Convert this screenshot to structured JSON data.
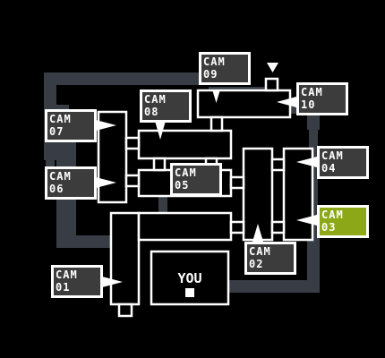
{
  "map": {
    "you_label": "YOU",
    "colors": {
      "background": "#000000",
      "corridor": "#383d45",
      "room_stroke": "#ffffff",
      "button_fill": "#3c3c3c",
      "button_stroke": "#ffffff",
      "button_active_fill": "#8ca818"
    },
    "cameras": [
      {
        "id": "09",
        "line1": "CAM",
        "line2": "09",
        "active": false
      },
      {
        "id": "10",
        "line1": "CAM",
        "line2": "10",
        "active": false
      },
      {
        "id": "08",
        "line1": "CAM",
        "line2": "08",
        "active": false
      },
      {
        "id": "07",
        "line1": "CAM",
        "line2": "07",
        "active": false
      },
      {
        "id": "06",
        "line1": "CAM",
        "line2": "06",
        "active": false
      },
      {
        "id": "05",
        "line1": "CAM",
        "line2": "05",
        "active": false
      },
      {
        "id": "04",
        "line1": "CAM",
        "line2": "04",
        "active": false
      },
      {
        "id": "03",
        "line1": "CAM",
        "line2": "03",
        "active": true
      },
      {
        "id": "02",
        "line1": "CAM",
        "line2": "02",
        "active": false
      },
      {
        "id": "01",
        "line1": "CAM",
        "line2": "01",
        "active": false
      }
    ]
  }
}
